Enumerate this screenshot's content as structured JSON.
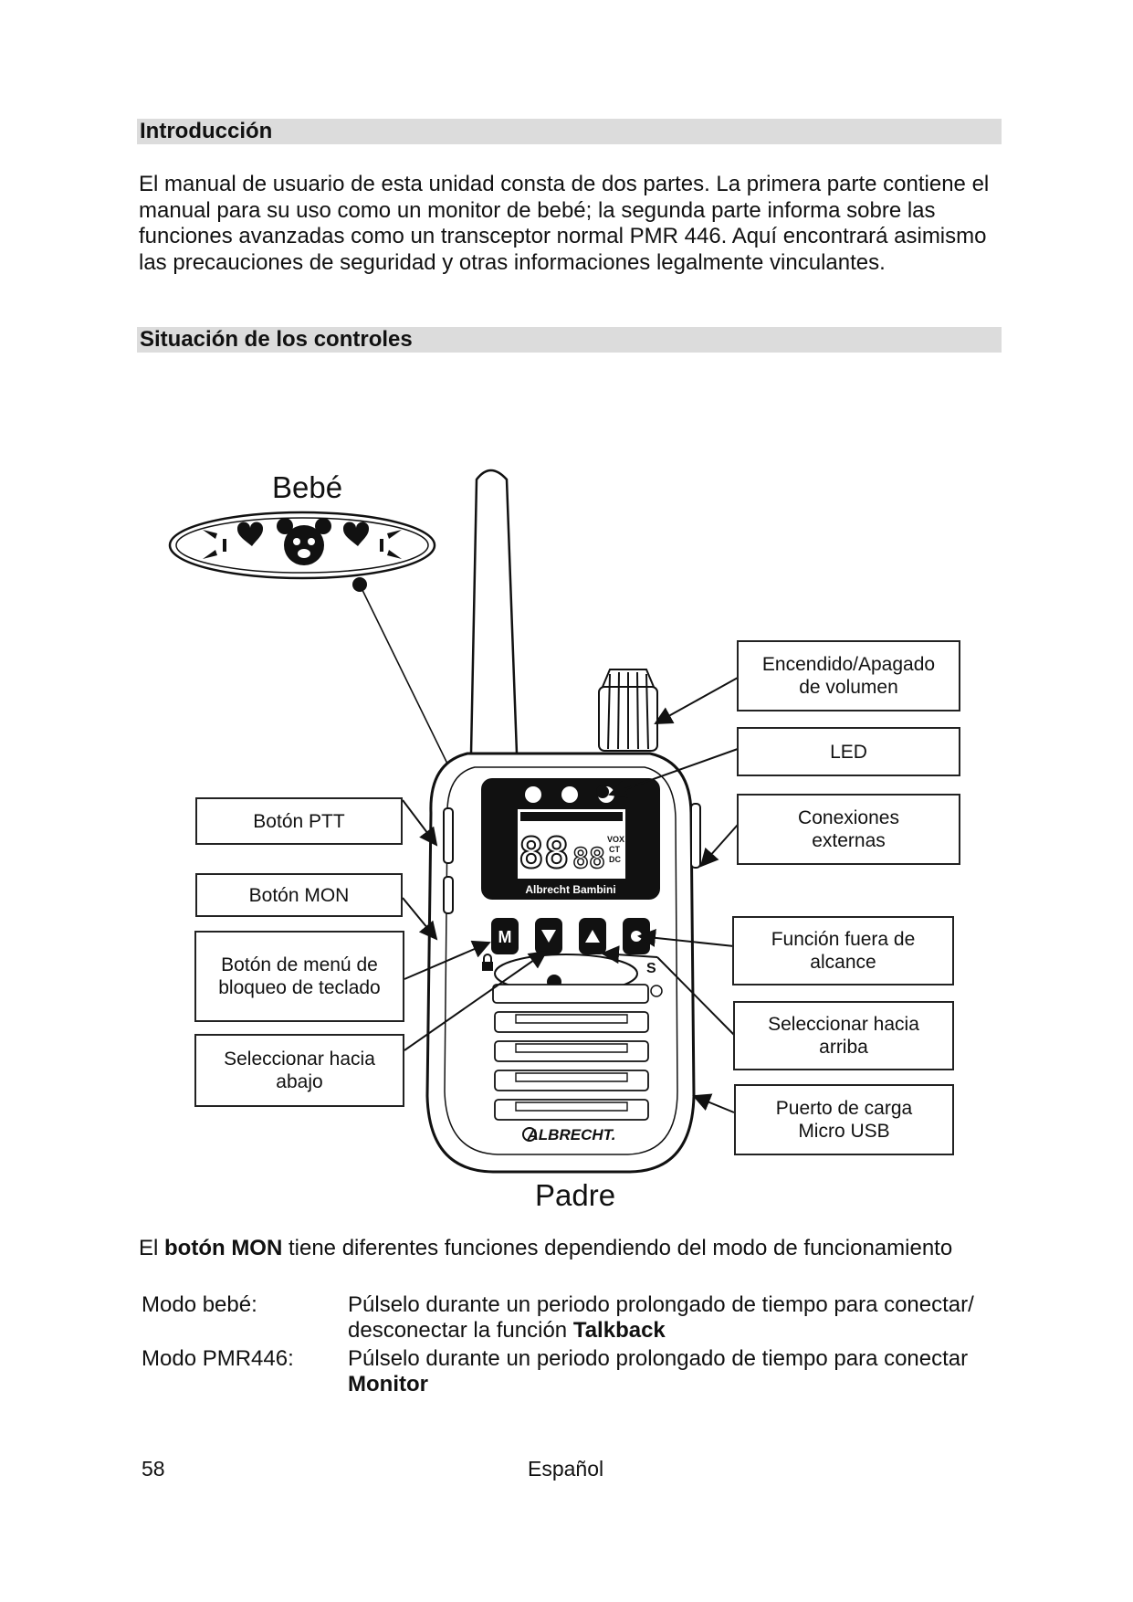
{
  "sections": {
    "intro_heading": "Introducción",
    "intro_text": "El manual de usuario de esta unidad consta de dos partes. La primera parte contiene el manual para su uso como un monitor de bebé; la segunda parte informa sobre las funciones avanzadas como un transceptor normal PMR 446. Aquí encontrará asimismo las precauciones de seguridad y otras informaciones legalmente vinculantes.",
    "controls_heading": "Situación de los controles"
  },
  "diagram": {
    "bebe_label": "Bebé",
    "padre_label": "Padre",
    "brand_display": "Albrecht Bambini",
    "brand_front": "ALBRECHT.",
    "lcd_digits": "88",
    "lcd_small_digits": "88",
    "lcd_tags": [
      "VOX",
      "CT",
      "DC"
    ],
    "key_m": "M",
    "key_s": "S",
    "callouts": {
      "power_volume": "Encendido/Apagado\nde volumen",
      "led": "LED",
      "external": "Conexiones\nexternas",
      "out_of_range": "Función fuera de\nalcance",
      "select_up": "Seleccionar hacia\narriba",
      "usb": "Puerto de carga\nMicro USB",
      "ptt": "Botón PTT",
      "mon": "Botón MON",
      "menu_lock": "Botón de menú de\nbloqueo de teclado",
      "select_down": "Seleccionar hacia\nabajo"
    }
  },
  "mon_info": {
    "prefix": "El",
    "bold": "botón MON",
    "suffix": "tiene diferentes funciones dependiendo del modo de funcionamiento"
  },
  "modes": [
    {
      "term": "Modo bebé:",
      "desc": "Púlselo durante un periodo prolongado de tiempo para conectar/ desconectar la función",
      "bold": "Talkback"
    },
    {
      "term": "Modo PMR446:",
      "desc": "Púlselo durante un periodo prolongado de tiempo para conectar",
      "bold": "Monitor"
    }
  ],
  "footer": {
    "page_number": "58",
    "language": "Español"
  }
}
